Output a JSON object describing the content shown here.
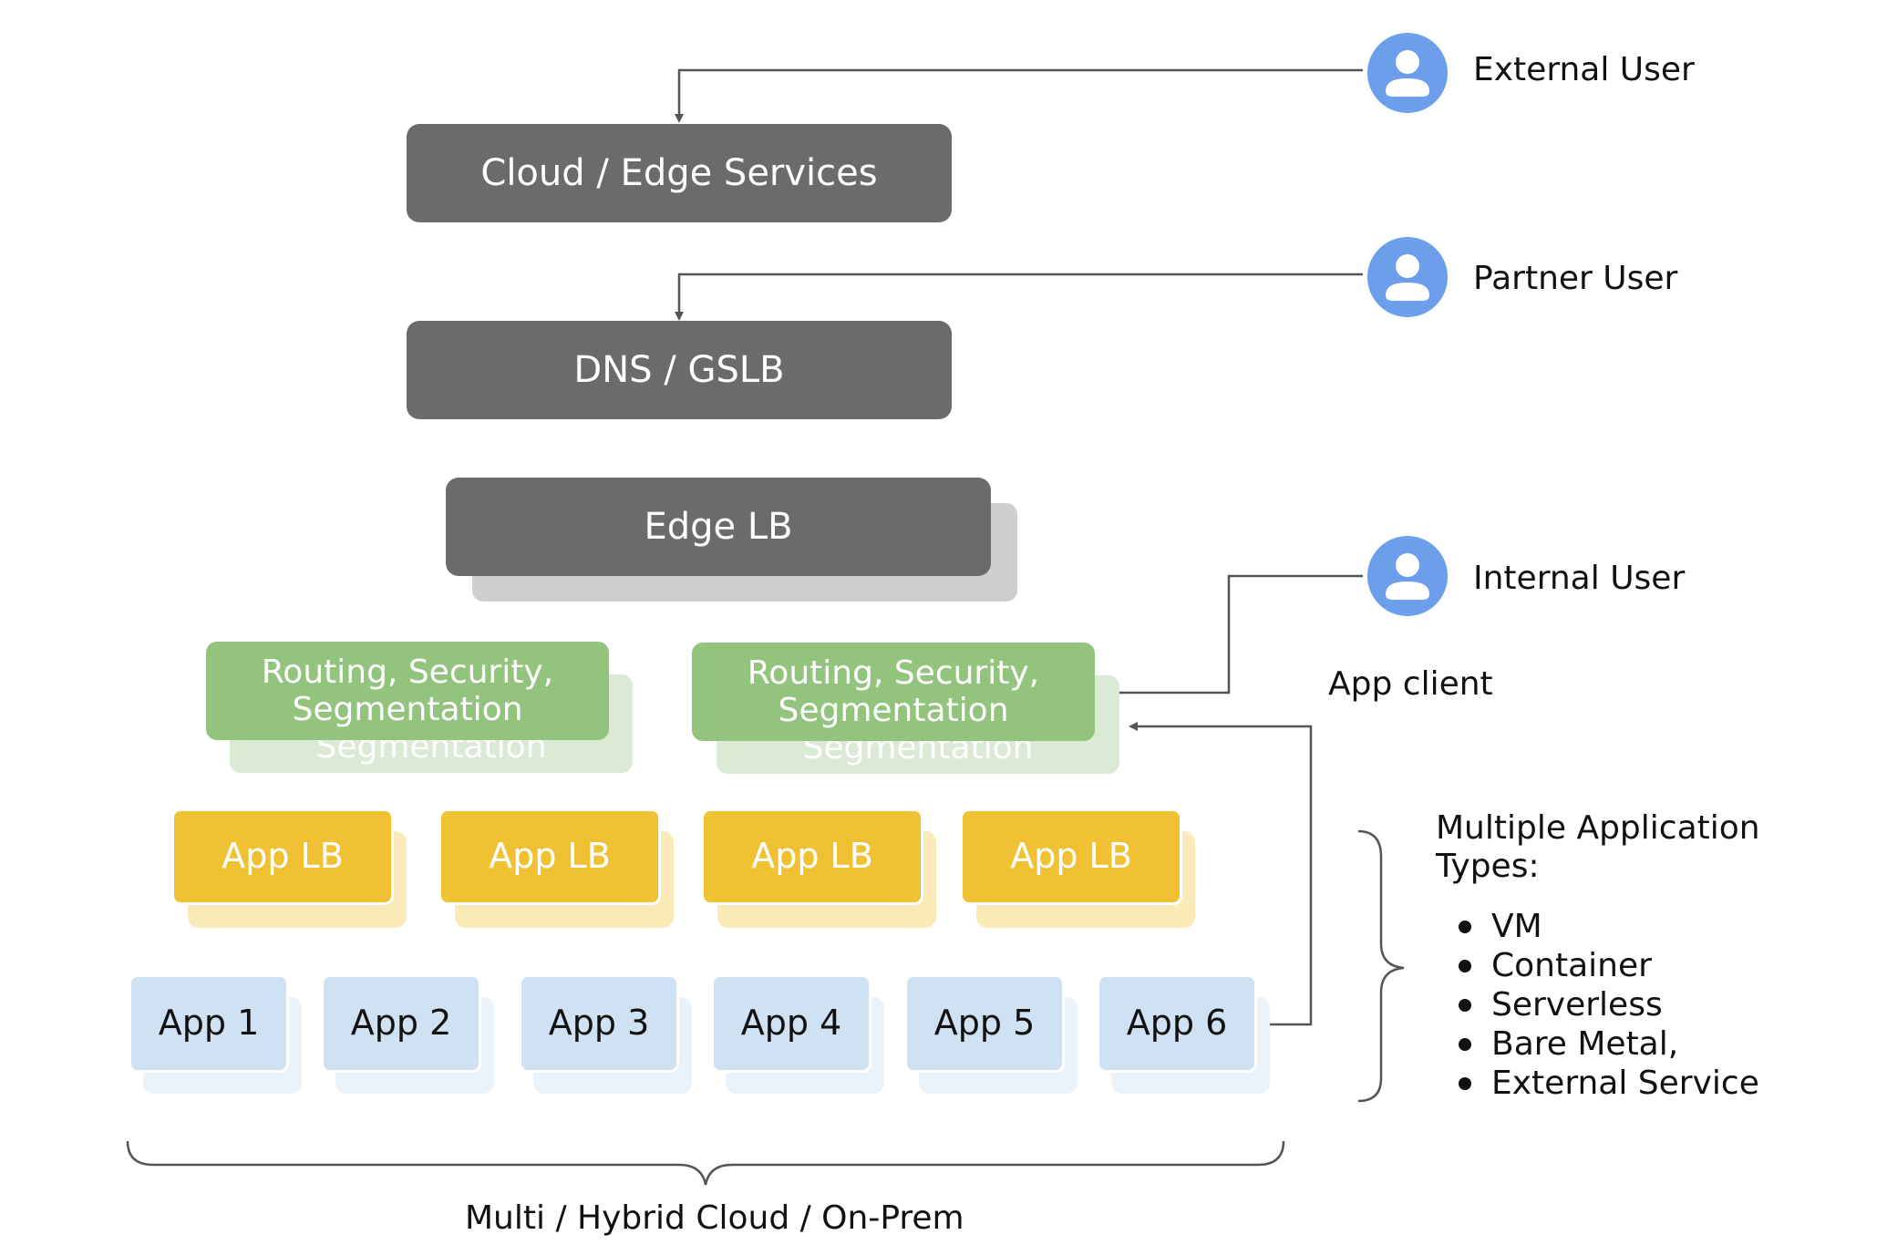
{
  "layers": {
    "cloud_edge": "Cloud / Edge Services",
    "dns_gslb": "DNS / GSLB",
    "edge_lb": "Edge LB",
    "routing_1": "Routing, Security, Segmentation",
    "routing_2": "Routing, Security, Segmentation",
    "routing_shadow_text": "Segmentation",
    "app_lbs": [
      "App LB",
      "App LB",
      "App LB",
      "App LB"
    ],
    "apps": [
      "App 1",
      "App 2",
      "App 3",
      "App 4",
      "App 5",
      "App 6"
    ]
  },
  "users": {
    "external": "External User",
    "partner": "Partner User",
    "internal": "Internal User",
    "app_client": "App client"
  },
  "app_types": {
    "heading": "Multiple Application Types:",
    "items": [
      "VM",
      "Container",
      "Serverless",
      "Bare Metal,",
      "External Service"
    ]
  },
  "footer": "Multi / Hybrid Cloud / On-Prem",
  "colors": {
    "gray": "#6b6b6b",
    "green": "#93c47d",
    "yellow": "#f0c233",
    "blue": "#cfe2f3",
    "user_icon": "#6d9eeb",
    "line": "#555555"
  },
  "icons": [
    "user-icon",
    "user-icon",
    "user-icon"
  ]
}
